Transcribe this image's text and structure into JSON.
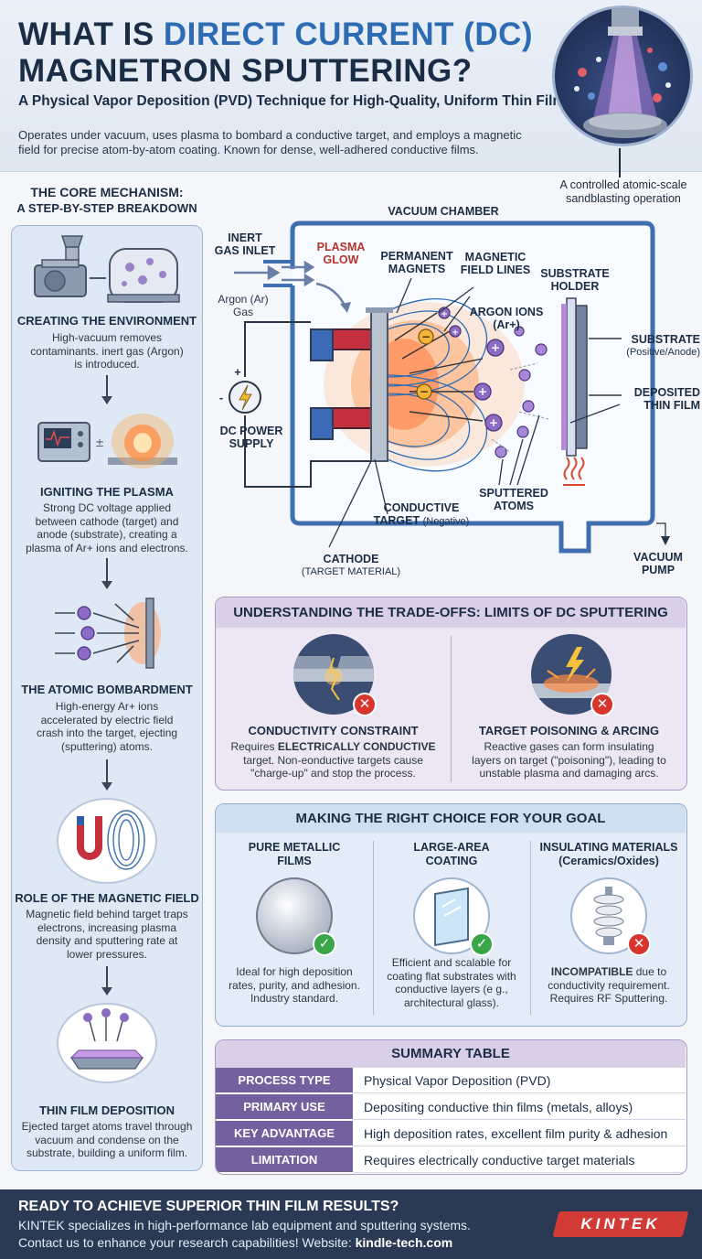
{
  "header": {
    "title_line1_a": "WHAT IS ",
    "title_line1_b": "DIRECT CURRENT (DC)",
    "title_line2": "MAGNETRON SPUTTERING?",
    "subtitle": "A Physical Vapor Deposition (PVD) Technique for High-Quality, Uniform Thin Films",
    "intro_line1": "Operates under vacuum, uses plasma to bombard a conductive target, and employs a magnetic",
    "intro_line2": "field for precise atom-by-atom coating. Known for dense, well-adhered conductive films.",
    "hero_caption_line1": "A controlled atomic-scale",
    "hero_caption_line2": "sandblasting operation"
  },
  "mechanism": {
    "heading_line1": "THE CORE MECHANISM:",
    "heading_line2": "A STEP-BY-STEP BREAKDOWN",
    "steps": [
      {
        "title": "CREATING THE ENVIRONMENT",
        "lines": [
          "High-vacuum removes",
          "contaminants. inert gas (Argon)",
          "is introduced."
        ]
      },
      {
        "title": "IGNITING THE PLASMA",
        "lines": [
          "Strong DC voltage applied",
          "between cathode (target) and",
          "anode (substrate), creating a",
          "plasma of Ar+ ions and electrons."
        ]
      },
      {
        "title": "THE ATOMIC BOMBARDMENT",
        "lines": [
          "High-energy Ar+ ions",
          "accelerated by electric field",
          "crash into the target, ejecting",
          "(sputtering) atoms."
        ]
      },
      {
        "title": "ROLE OF THE MAGNETIC FIELD",
        "lines": [
          "Magnetic field behind target traps",
          "electrons, increasing plasma",
          "density and sputtering rate at",
          "lower pressures."
        ]
      },
      {
        "title": "THIN FILM DEPOSITION",
        "lines": [
          "Ejected target atoms travel through",
          "vacuum and condense on the",
          "substrate, building a uniform film."
        ]
      }
    ]
  },
  "chamber": {
    "vacuum_chamber": "VACUUM CHAMBER",
    "inert_gas_inlet_1": "INERT",
    "inert_gas_inlet_2": "GAS INLET",
    "argon_gas_1": "Argon (Ar)",
    "argon_gas_2": "Gas",
    "plasma_glow_1": "PLASMA",
    "plasma_glow_2": "GLOW",
    "permanent_magnets_1": "PERMANENT",
    "permanent_magnets_2": "MAGNETS",
    "magnetic_field_lines_1": "MAGNETIC",
    "magnetic_field_lines_2": "FIELD LINES",
    "substrate_holder_1": "SUBSTRATE",
    "substrate_holder_2": "HOLDER",
    "argon_ions_1": "ARGON IONS",
    "argon_ions_2": "(Ar+)",
    "substrate": "SUBSTRATE",
    "substrate_note": "(Positive/Anode)",
    "deposited_film_1": "DEPOSITED",
    "deposited_film_2": "THIN FILM",
    "dc_power_1": "DC POWER",
    "dc_power_2": "SUPPLY",
    "plus": "+",
    "minus": "-",
    "conductive_target_1": "CONDUCTIVE",
    "conductive_target_2": "TARGET",
    "conductive_target_note": "(Negative)",
    "sputtered_atoms_1": "SPUTTERED",
    "sputtered_atoms_2": "ATOMS",
    "cathode": "CATHODE",
    "cathode_note": "(TARGET MATERIAL)",
    "vacuum_pump_1": "VACUUM",
    "vacuum_pump_2": "PUMP",
    "ion_symbol": "+",
    "electron_symbol": "−"
  },
  "tradeoffs": {
    "heading": "UNDERSTANDING THE TRADE-OFFS: LIMITS OF DC SPUTTERING",
    "items": [
      {
        "title": "CONDUCTIVITY CONSTRAINT",
        "line1_a": "Requires ",
        "line1_b": "ELECTRICALLY CONDUCTIVE",
        "line2": "target. Non-eonductive targets cause",
        "line3": "\"charge-up\" and stop the process."
      },
      {
        "title": "TARGET POISONING & ARCING",
        "line1": "Reactive gases can form insulating",
        "line2": "layers on target (\"poisoning\"), leading to",
        "line3": "unstable plasma and damaging arcs."
      }
    ]
  },
  "choice": {
    "heading": "MAKING THE RIGHT CHOICE FOR YOUR GOAL",
    "options": [
      {
        "title1": "PURE METALLIC",
        "title2": "FILMS",
        "lines": [
          "Ideal for high deposition",
          "rates, purity, and adhesion.",
          "Industry standard."
        ],
        "status": "ok"
      },
      {
        "title1": "LARGE-AREA",
        "title2": "COATING",
        "lines": [
          "Efficient and scalable for",
          "coating flat substrates with",
          "conductive layers (e g.,",
          "architectural glass)."
        ],
        "status": "ok"
      },
      {
        "title1": "INSULATING MATERIALS",
        "title2": "(Ceramics/Oxides)",
        "line1_bold": "INCOMPATIBLE",
        "line1_rest": " due to",
        "lines": [
          "conductivity requirement.",
          "Requires RF Sputtering."
        ],
        "status": "no"
      }
    ]
  },
  "summary": {
    "heading": "SUMMARY TABLE",
    "rows": [
      {
        "key": "PROCESS TYPE",
        "value": "Physical Vapor Deposition (PVD)"
      },
      {
        "key": "PRIMARY USE",
        "value": "Depositing conductive thin films (metals, alloys)"
      },
      {
        "key": "KEY ADVANTAGE",
        "value": "High deposition rates, excellent film purity & adhesion"
      },
      {
        "key": "LIMITATION",
        "value": "Requires electrically conductive target materials"
      }
    ]
  },
  "footer": {
    "heading": "READY TO ACHIEVE SUPERIOR THIN FILM RESULTS?",
    "line1": "KINTEK specializes in high-performance lab equipment and sputtering systems.",
    "line2_a": "Contact us to enhance your research capabilities! Website: ",
    "line2_b": "kindle-tech.com",
    "logo": "KINTEK"
  },
  "colors": {
    "accent": "#2d6cb3",
    "chamber": "#3f6fb0",
    "plasma": "#ff8a3d",
    "ion": "#6c4fa3",
    "magnet": "#b83745",
    "ok": "#3aa64a",
    "error": "#d8352f",
    "brand": "#d23a35"
  }
}
